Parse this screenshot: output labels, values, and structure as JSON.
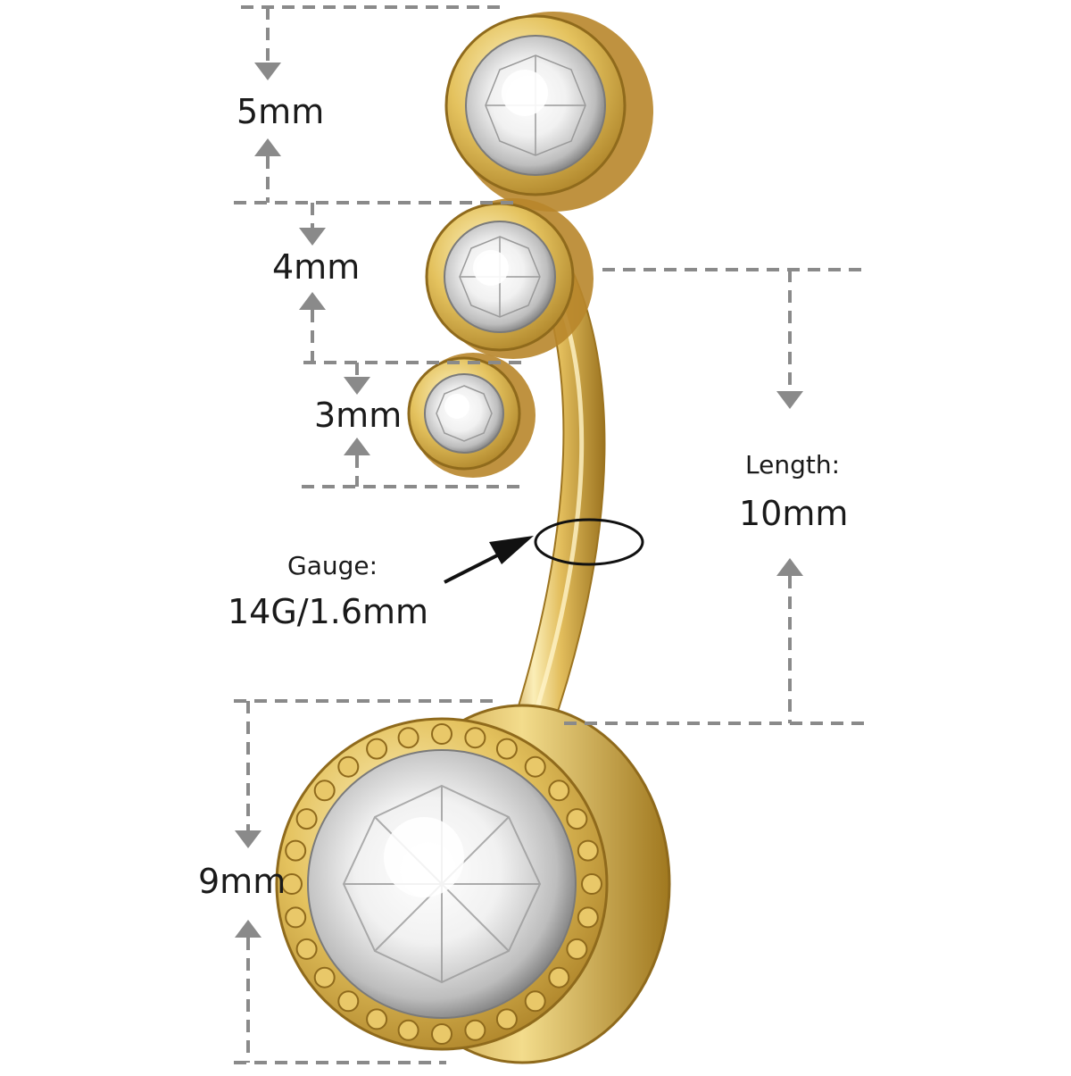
{
  "labels": {
    "gem_top": "5mm",
    "gem_middle": "4mm",
    "gem_small": "3mm",
    "gem_bottom": "9mm",
    "gauge_title": "Gauge:",
    "gauge_value": "14G/1.6mm",
    "length_title": "Length:",
    "length_value": "10mm"
  },
  "colors": {
    "gold": "#d9b24a",
    "gold_light": "#f6e7a8",
    "gold_dark": "#9c7420",
    "dimension_line": "#8a8a8a",
    "text": "#1a1a1a"
  },
  "icons": {
    "dimension_arrow": "arrow-icon",
    "gauge_pointer": "black-arrow-icon"
  }
}
